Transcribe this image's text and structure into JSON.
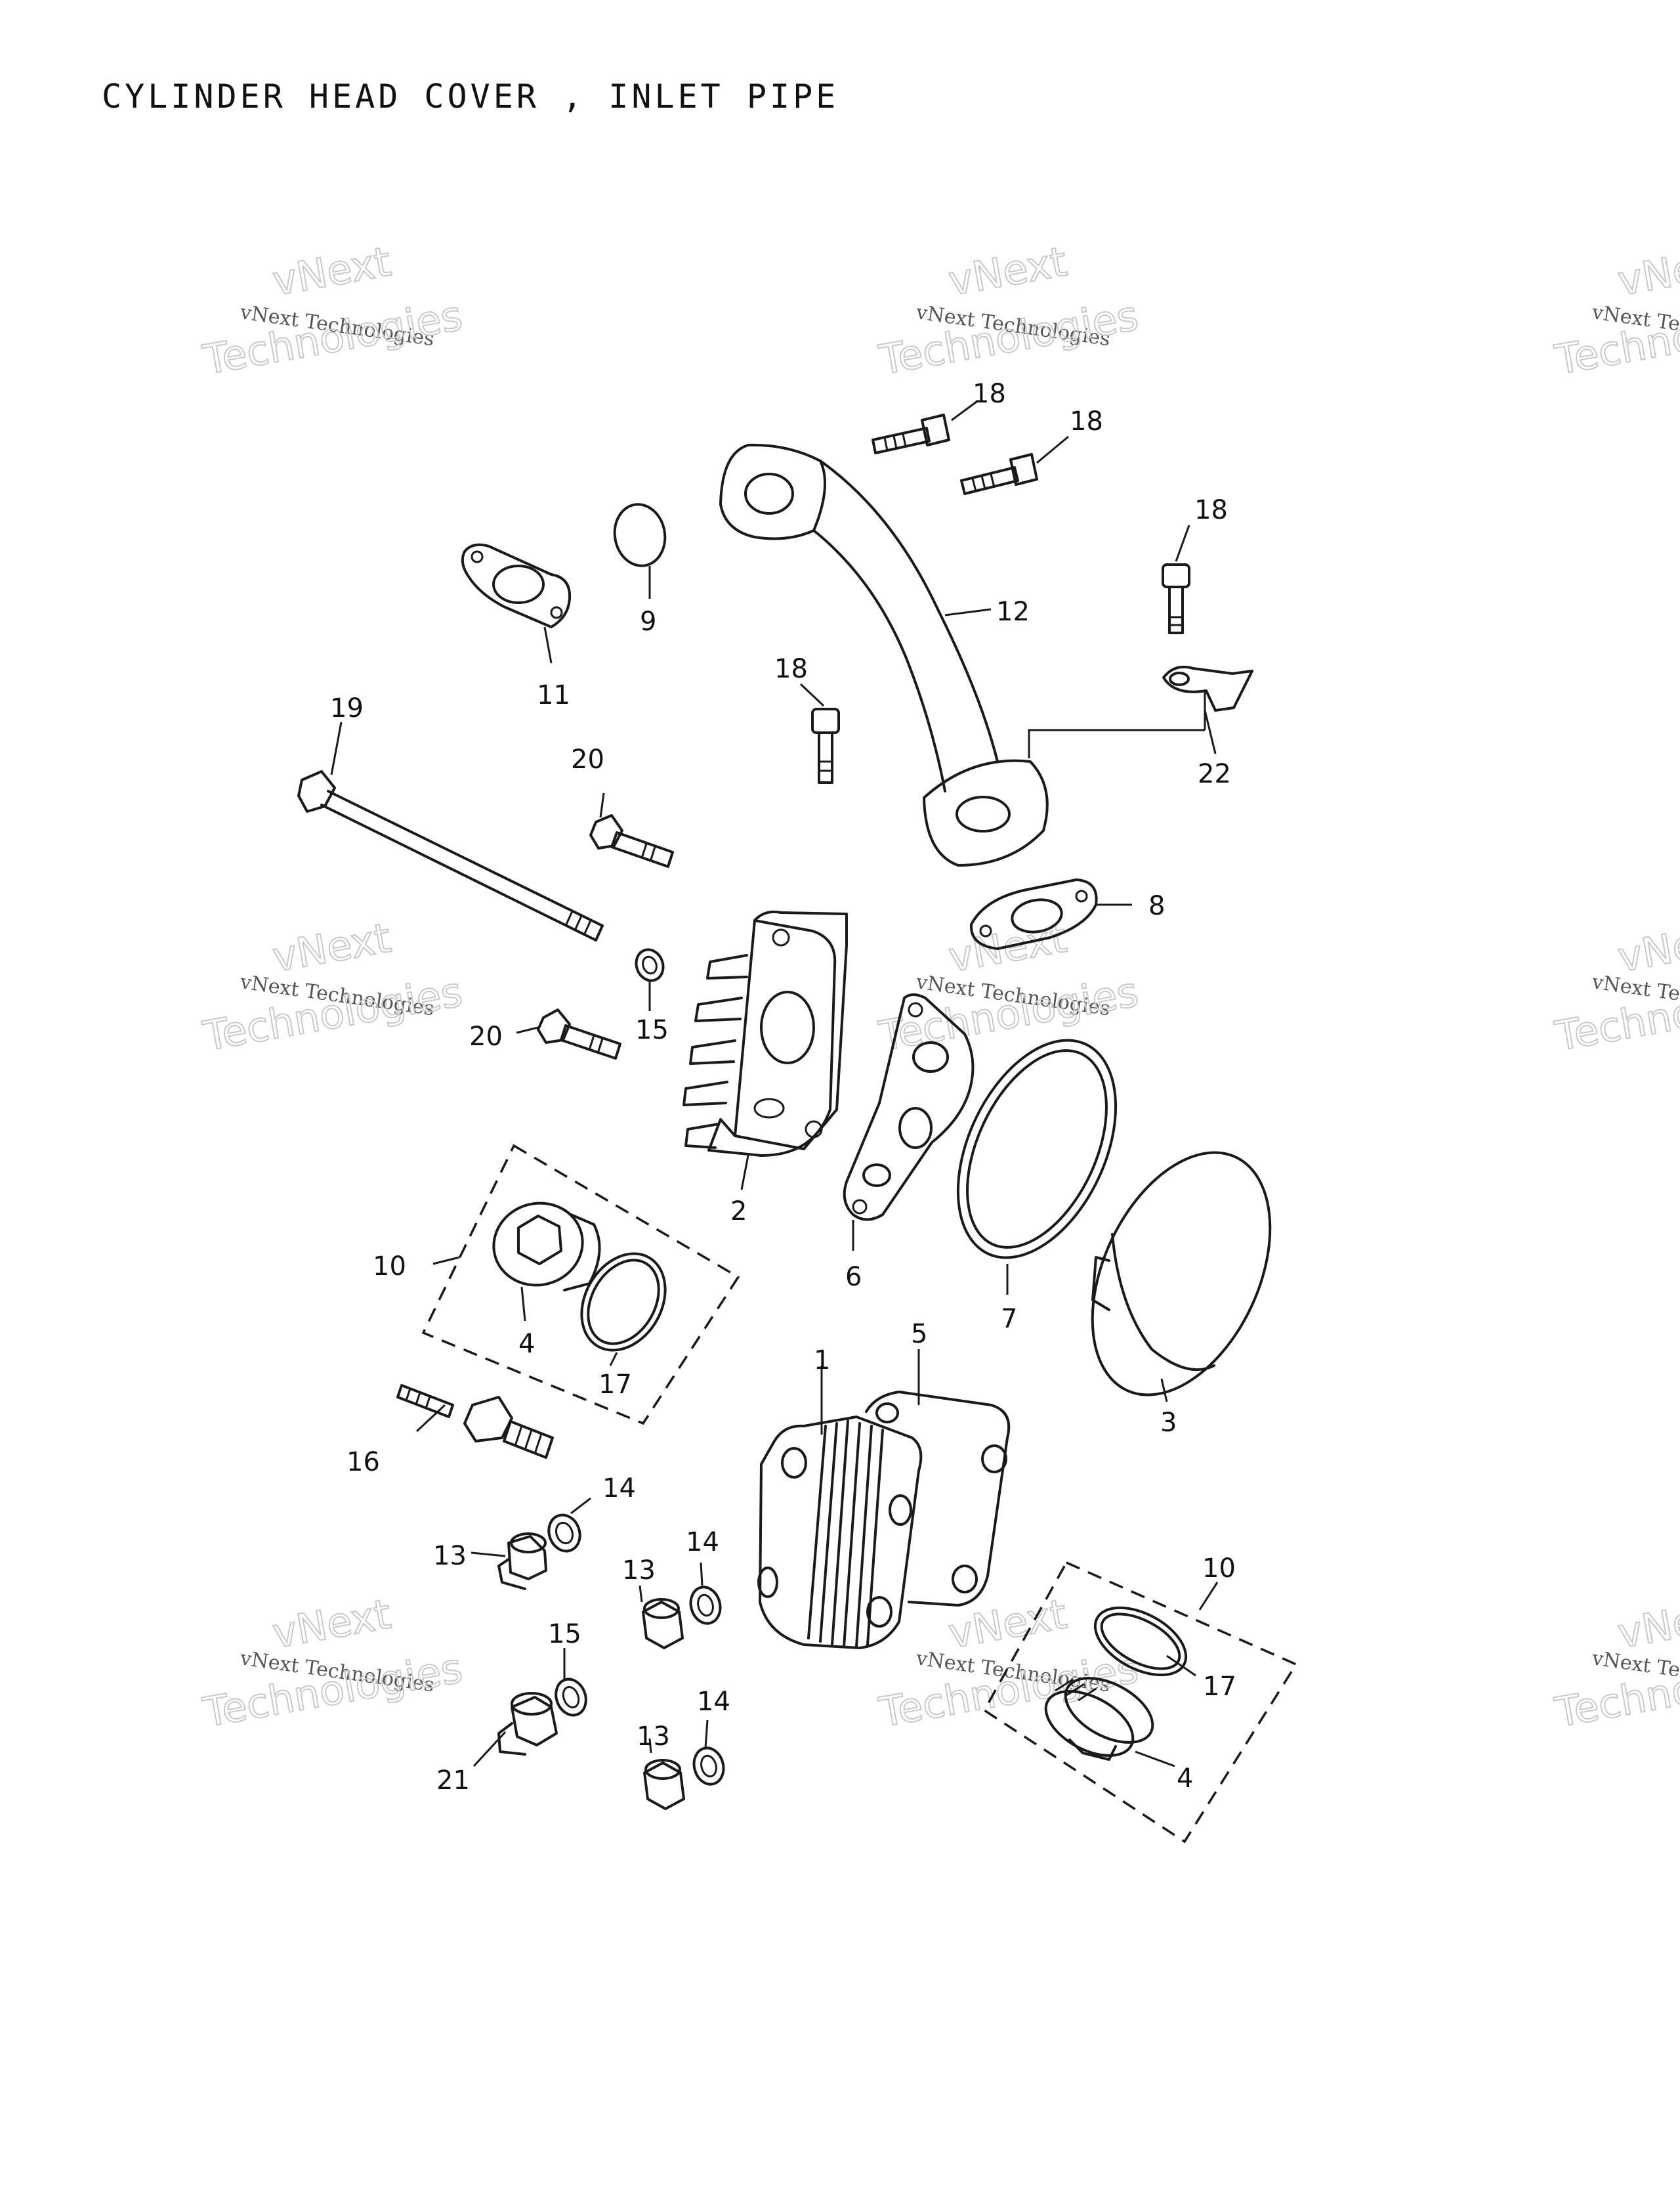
{
  "title": "CYLINDER HEAD COVER , INLET PIPE",
  "watermark": {
    "line_top": "vNext",
    "line_mid": "vNext Technologies",
    "line_bottom": "Technologies",
    "line_top_clip": "vNe",
    "line_mid_clip": "vNext Te",
    "line_bottom_clip": "Techno"
  },
  "callouts": {
    "c1": "1",
    "c2": "2",
    "c3": "3",
    "c4a": "4",
    "c4b": "4",
    "c5": "5",
    "c6": "6",
    "c7": "7",
    "c8": "8",
    "c9": "9",
    "c10a": "10",
    "c10b": "10",
    "c11": "11",
    "c12": "12",
    "c13a": "13",
    "c13b": "13",
    "c13c": "13",
    "c14a": "14",
    "c14b": "14",
    "c14c": "14",
    "c15a": "15",
    "c15b": "15",
    "c16": "16",
    "c17a": "17",
    "c17b": "17",
    "c18a": "18",
    "c18b": "18",
    "c18c": "18",
    "c18d": "18",
    "c19": "19",
    "c20a": "20",
    "c20b": "20",
    "c21": "21",
    "c22": "22"
  },
  "colors": {
    "ink": "#1a1a1a",
    "watermark": "#c9c9c9",
    "background": "#ffffff"
  }
}
